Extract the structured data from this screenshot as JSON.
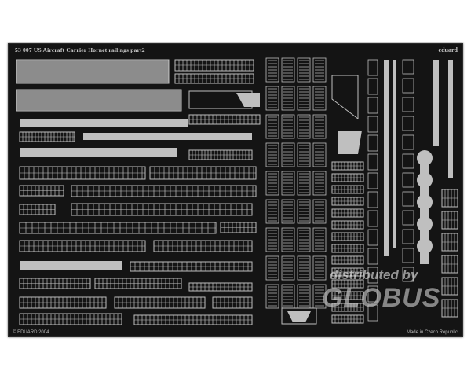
{
  "fret": {
    "title": "53 007   US Aircraft Carrier Hornet railings   part2",
    "brand": "eduard",
    "copyright": "© EDUARD 2004",
    "origin": "Made in Czech Republic"
  },
  "watermark": {
    "line1": "distributed by",
    "logo": "GLOBUS"
  },
  "colors": {
    "fret_background": "#141414",
    "metal": "#bfbfbf",
    "page_background": "#ffffff"
  }
}
